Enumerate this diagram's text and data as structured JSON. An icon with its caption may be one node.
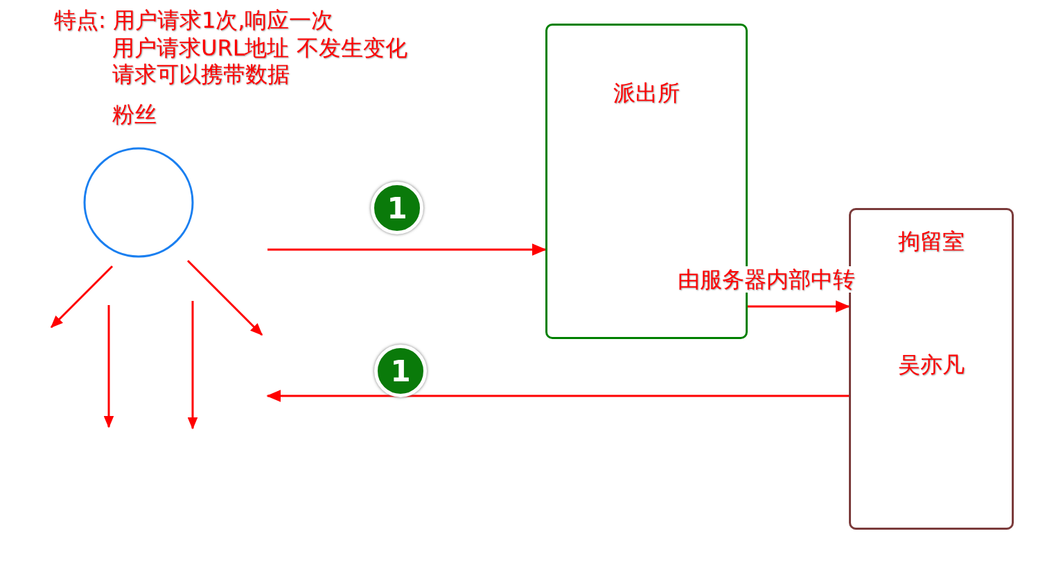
{
  "diagram": {
    "nodes": [
      {
        "text": [
          "粉丝"
        ]
      },
      {
        "text": [
          "派出所"
        ]
      },
      {
        "text": [
          "拘留室",
          "吴亦凡"
        ]
      }
    ],
    "edges": [
      {
        "from": 0,
        "to": 1,
        "arrow": "to",
        "label": "1"
      },
      {
        "from": 1,
        "to": 2,
        "arrow": "to",
        "label": "由服务器内部中转"
      },
      {
        "from": 2,
        "to": 0,
        "arrow": "to",
        "label": "1"
      }
    ],
    "labels": [
      "特点: 用户请求1次,响应一次",
      "用户请求URL地址 不发生变化",
      "请求可以携带数据"
    ]
  }
}
